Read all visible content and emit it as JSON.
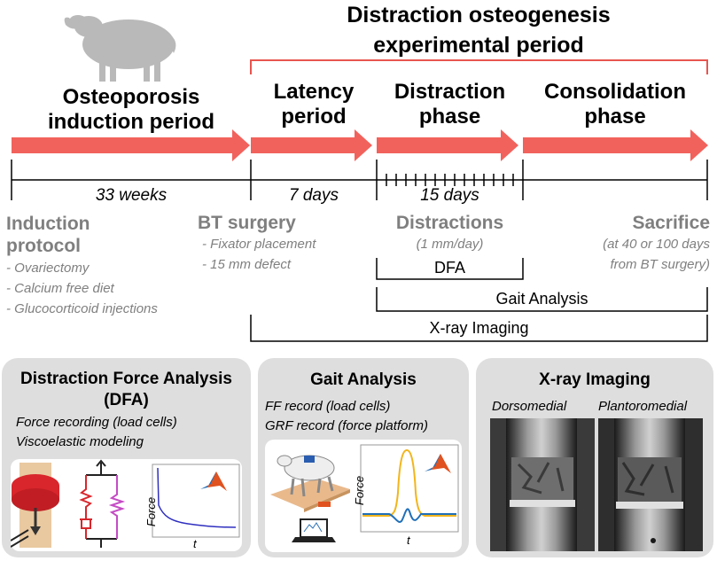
{
  "header": {
    "title": "Distraction osteogenesis\nexperimental period"
  },
  "periods": {
    "osteoporosis": "Osteoporosis\ninduction period",
    "latency": "Latency\nperiod",
    "distraction": "Distraction\nphase",
    "consolidation": "Consolidation\nphase"
  },
  "durations": {
    "osteoporosis": "33 weeks",
    "latency": "7 days",
    "distraction": "15 days"
  },
  "events": {
    "induction_title": "Induction\nprotocol",
    "induction_items": [
      "- Ovariectomy",
      "- Calcium free diet",
      "- Glucocorticoid injections"
    ],
    "bt_title": "BT surgery",
    "bt_items": [
      "- Fixator placement",
      "- 15 mm defect"
    ],
    "distractions_title": "Distractions",
    "distractions_note": "(1 mm/day)",
    "sacrifice_title": "Sacrifice",
    "sacrifice_note": [
      "(at 40 or 100 days",
      "from BT surgery)"
    ]
  },
  "brackets": {
    "dfa": "DFA",
    "gait": "Gait Analysis",
    "xray": "X-ray Imaging"
  },
  "panels": {
    "dfa": {
      "title": "Distraction Force Analysis\n(DFA)",
      "lines": [
        "Force recording (load cells)",
        "Viscoelastic modeling"
      ],
      "plot_ylabel": "Force",
      "plot_xlabel": "t"
    },
    "gait": {
      "title": "Gait Analysis",
      "lines": [
        "FF record (load cells)",
        "GRF record (force platform)"
      ],
      "plot_ylabel": "Force",
      "plot_xlabel": "t"
    },
    "xray": {
      "title": "X-ray Imaging",
      "views": [
        "Dorsomedial",
        "Plantoromedial"
      ]
    }
  },
  "colors": {
    "arrow": "#f2625c",
    "bracket_red": "#e8554e",
    "gray_text": "#7f7f7f",
    "panel_bg": "#dedede",
    "sheep": "#b9b9b9",
    "yellow": "#f2b51c",
    "blue": "#1f6fb8"
  },
  "icons": [
    "sheep-icon",
    "matlab-icon",
    "bone-fixator-icon",
    "spring-damper-icon",
    "sheep-walking-icon",
    "laptop-icon"
  ]
}
